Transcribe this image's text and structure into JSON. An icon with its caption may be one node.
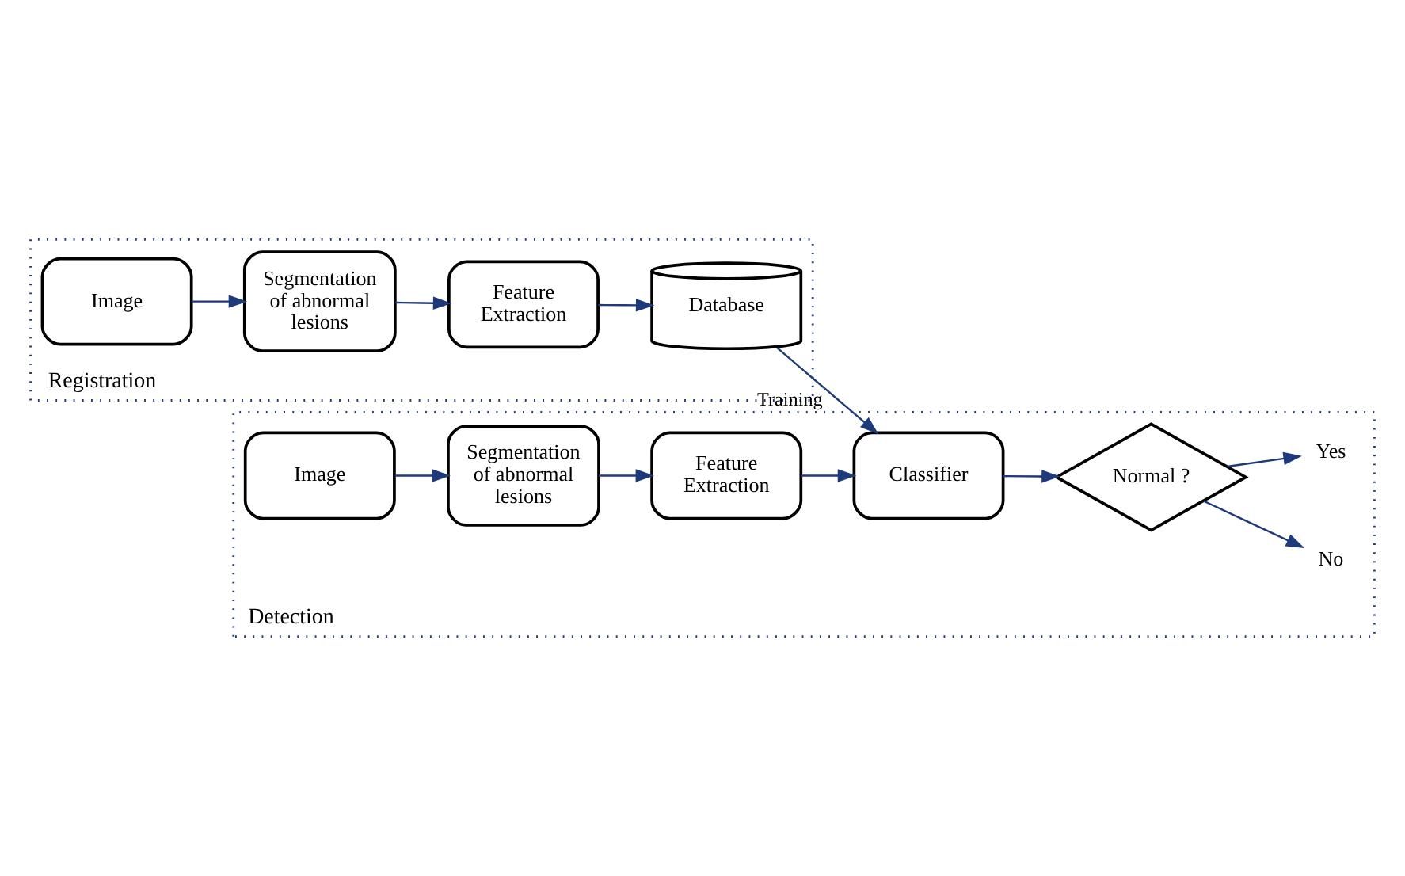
{
  "diagram": {
    "nodes": [
      {
        "text": [
          "Registration"
        ]
      },
      {
        "text": [
          "Image"
        ],
        "in": 0
      },
      {
        "text": [
          "Segmentation of abnormal lesions"
        ],
        "in": 0
      },
      {
        "text": [
          "Feature Extraction"
        ],
        "in": 0
      },
      {
        "text": [
          "Database"
        ],
        "in": 0
      },
      {
        "text": [
          "Detection"
        ]
      },
      {
        "text": [
          "Image"
        ],
        "in": 5
      },
      {
        "text": [
          "Segmentation of abnormal lesions"
        ],
        "in": 5
      },
      {
        "text": [
          "Feature Extraction"
        ],
        "in": 5
      },
      {
        "text": [
          "Classifier"
        ],
        "in": 5
      },
      {
        "text": [
          "Normal ?"
        ],
        "in": 5
      },
      {
        "text": [
          "No"
        ],
        "in": 5
      },
      {
        "text": [
          "Yes"
        ],
        "in": 5
      }
    ],
    "edges": [
      {
        "from": 1,
        "to": 2,
        "arrow": "to"
      },
      {
        "from": 2,
        "to": 3,
        "arrow": "to"
      },
      {
        "from": 3,
        "to": 4,
        "arrow": "to"
      },
      {
        "from": 4,
        "to": 9,
        "arrow": "to",
        "label": "Training"
      },
      {
        "from": 6,
        "to": 7,
        "arrow": "to"
      },
      {
        "from": 7,
        "to": 8,
        "arrow": "to"
      },
      {
        "from": 8,
        "to": 9,
        "arrow": "to"
      },
      {
        "from": 9,
        "to": 10,
        "arrow": "to"
      },
      {
        "from": 10,
        "to": 11,
        "arrow": "to"
      },
      {
        "from": 10,
        "to": 12,
        "arrow": "to"
      }
    ]
  }
}
